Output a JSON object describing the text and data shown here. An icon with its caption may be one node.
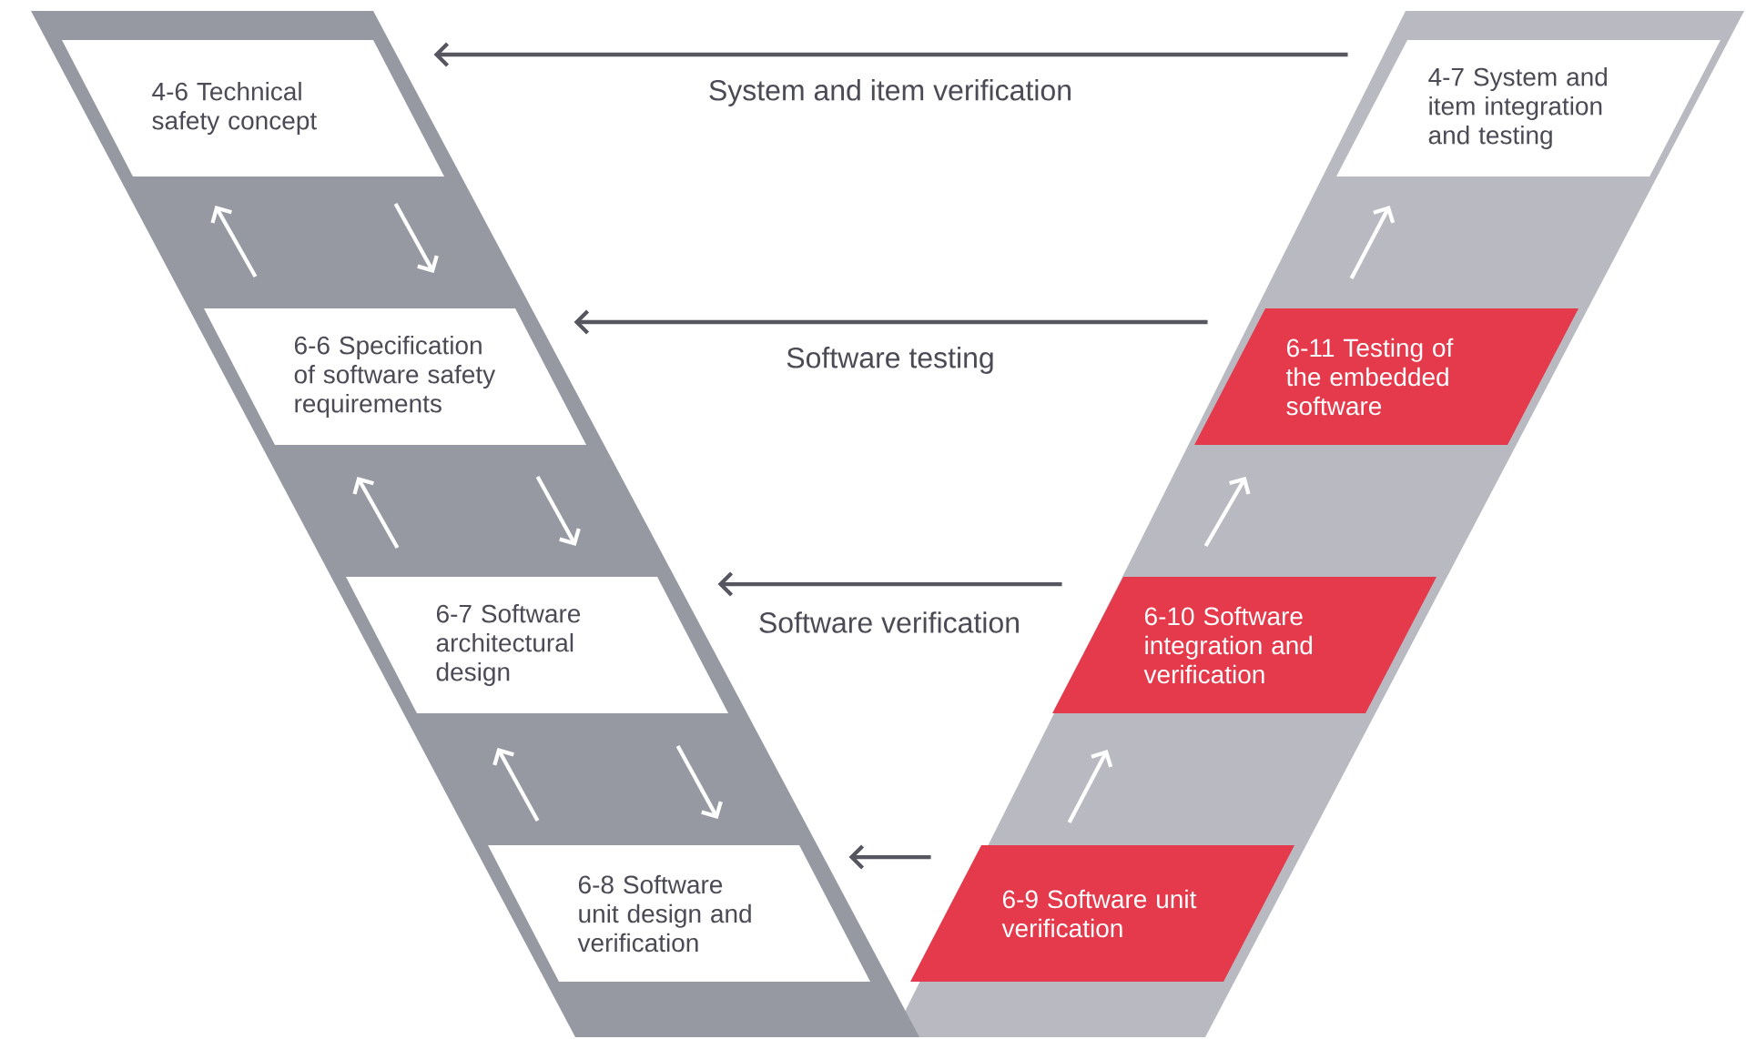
{
  "diagram": {
    "nodes": [
      {
        "text": [
          "4-6 Technical safety concept"
        ]
      },
      {
        "text": [
          "6-6 Specification of software safety requirements"
        ]
      },
      {
        "text": [
          "6-7 Software architectural design"
        ]
      },
      {
        "text": [
          "6-8 Software unit design and verification"
        ]
      },
      {
        "text": [
          "4-7 System and item integration and testing"
        ]
      },
      {
        "text": [
          "6-11 Testing of the embedded software"
        ]
      },
      {
        "text": [
          "6-10 Software integration and verification"
        ]
      },
      {
        "text": [
          "6-9 Software unit verification"
        ]
      }
    ],
    "edges": [
      {
        "from": 4,
        "to": 0,
        "arrow": "to",
        "label": "System and item verification",
        "color": "#55565f"
      },
      {
        "from": 5,
        "to": 1,
        "arrow": "to",
        "label": "Software testing",
        "color": "#55565f"
      },
      {
        "from": 6,
        "to": 2,
        "arrow": "to",
        "label": "Software verification",
        "color": "#55565f"
      },
      {
        "from": 7,
        "to": 3,
        "arrow": "to",
        "color": "#55565f"
      },
      {
        "from": 1,
        "to": 0,
        "arrow": "to"
      },
      {
        "from": 0,
        "to": 1,
        "arrow": "to"
      },
      {
        "from": 2,
        "to": 1,
        "arrow": "to"
      },
      {
        "from": 1,
        "to": 2,
        "arrow": "to"
      },
      {
        "from": 3,
        "to": 2,
        "arrow": "to"
      },
      {
        "from": 2,
        "to": 3,
        "arrow": "to"
      },
      {
        "from": 7,
        "to": 6,
        "arrow": "to"
      },
      {
        "from": 6,
        "to": 5,
        "arrow": "to"
      },
      {
        "from": 5,
        "to": 4,
        "arrow": "to"
      }
    ]
  }
}
